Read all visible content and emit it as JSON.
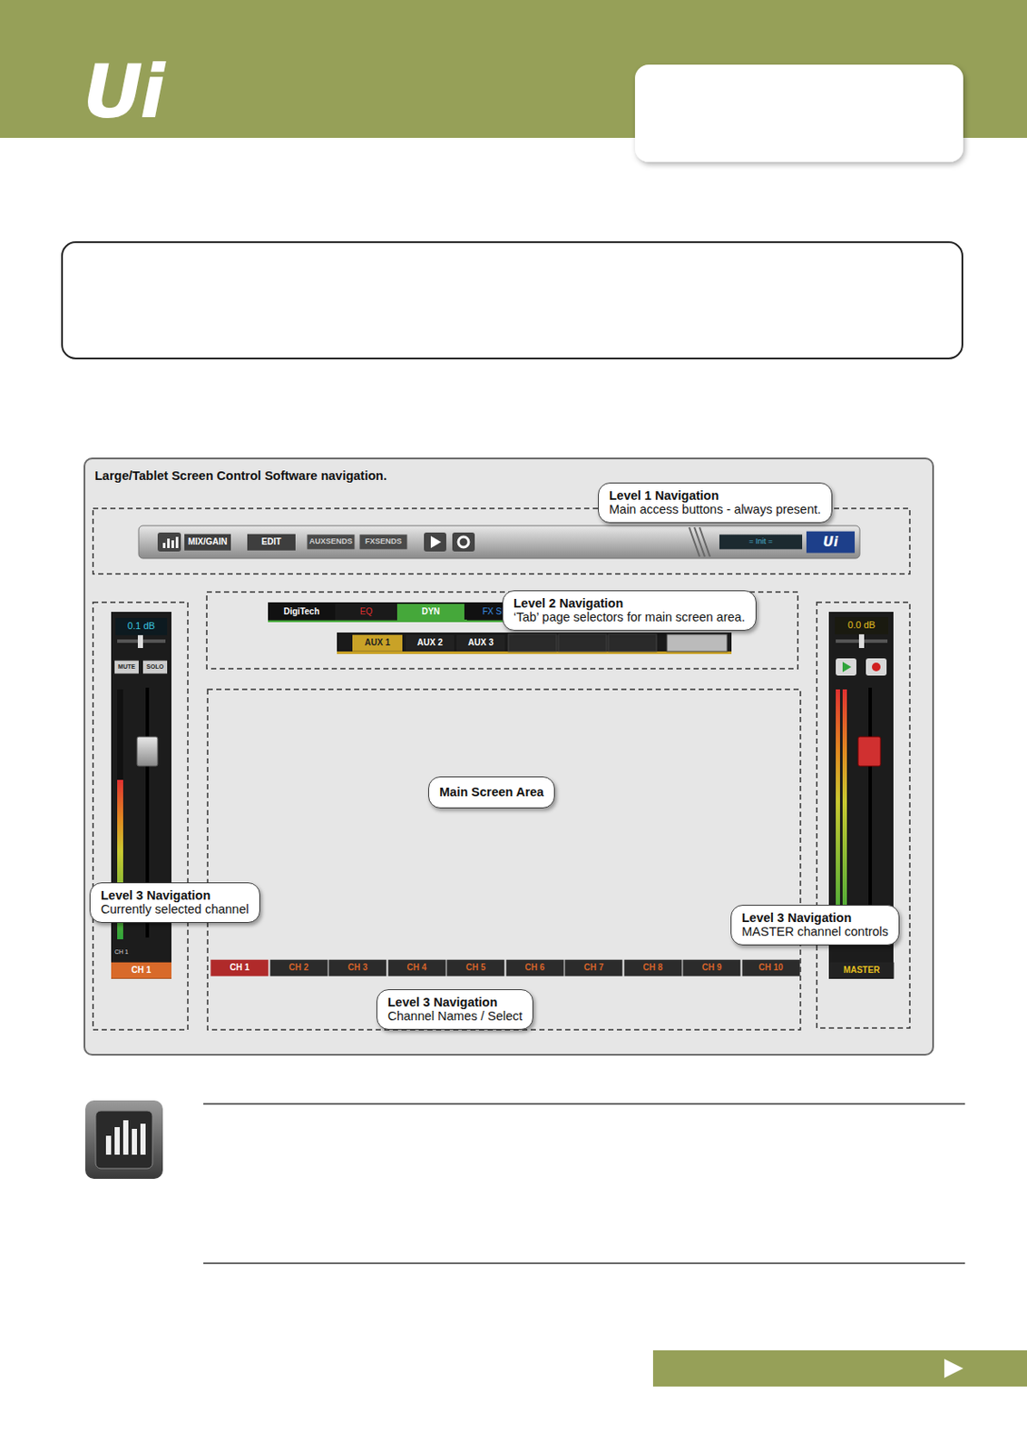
{
  "diagram": {
    "nodes": [
      {
        "text": [
          "Large/Tablet Screen Control Software navigation."
        ]
      },
      {
        "text": [
          "Level 1 Navigation",
          "Main access buttons - always present."
        ],
        "in": 0
      },
      {
        "text": [
          "Level 2 Navigation",
          "‘Tab’ page selectors for main screen area."
        ],
        "in": 0
      },
      {
        "text": [
          "Main Screen Area"
        ],
        "in": 0
      },
      {
        "text": [
          "Level 3 Navigation",
          "Currently selected channel"
        ],
        "in": 0
      },
      {
        "text": [
          "Level 3 Navigation",
          "MASTER channel controls"
        ],
        "in": 0
      },
      {
        "text": [
          "Level 3 Navigation",
          "Channel Names / Select"
        ],
        "in": 0
      }
    ],
    "labels": [
      "Ui",
      "MIX/GAIN",
      "EDIT",
      "AUXSENDS",
      "FXSENDS",
      "= Init =",
      "Ui",
      "DigiTech",
      "EQ",
      "DYN",
      "FX SENDS",
      "AUX 1",
      "AUX 2",
      "AUX 3",
      "0.1 dB",
      "MUTE",
      "SOLO",
      "CH 1",
      "CH 1",
      "CH 1",
      "CH 2",
      "CH 3",
      "CH 4",
      "CH 5",
      "CH 6",
      "CH 7",
      "CH 8",
      "CH 9",
      "CH 10",
      "0.0 dB",
      "MASTER"
    ]
  }
}
